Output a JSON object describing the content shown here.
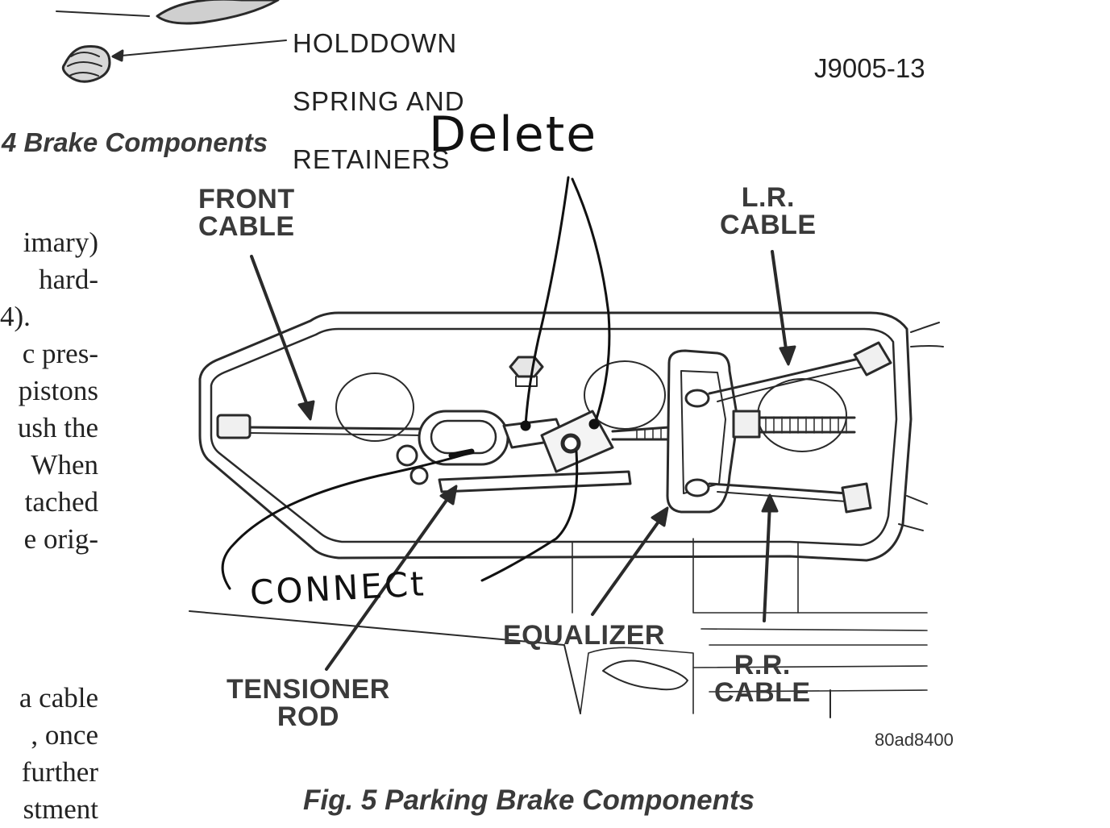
{
  "top_figure": {
    "label_lines": [
      "HOLDDOWN",
      "SPRING AND",
      "RETAINERS"
    ],
    "figure_id": "J9005-13",
    "caption": "4 Brake Components"
  },
  "left_text": {
    "lines_upper": [
      "imary)",
      "hard-",
      "4).",
      "c pres-",
      "pistons",
      "ush the",
      "When",
      "tached",
      "e orig-"
    ],
    "lines_lower": [
      "a cable",
      ", once",
      "further",
      "stment"
    ]
  },
  "diagram": {
    "labels": {
      "front_cable": "FRONT\nCABLE",
      "lr_cable": "L.R.\nCABLE",
      "equalizer": "EQUALIZER",
      "rr_cable": "R.R.\nCABLE",
      "tensioner_rod": "TENSIONER\nROD"
    },
    "handwriting": {
      "delete": "Delete",
      "connect": "CONNECt"
    },
    "ref_code": "80ad8400",
    "caption": "Fig. 5 Parking Brake Components"
  }
}
